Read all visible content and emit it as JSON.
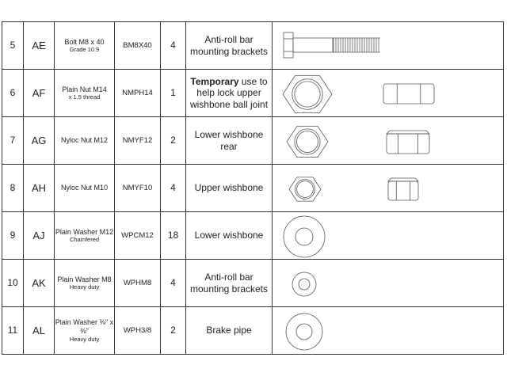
{
  "rows": [
    {
      "num": "5",
      "ref": "AE",
      "desc": "Bolt M8 x 40",
      "desc_sub": "Grade 10.9",
      "code": "BM8X40",
      "qty": "4",
      "use_bold": "",
      "use": "Anti-roll bar mounting brackets",
      "image": "bolt"
    },
    {
      "num": "6",
      "ref": "AF",
      "desc": "Plain Nut M14",
      "desc_sub": "x 1.5 thread",
      "code": "NMPH14",
      "qty": "1",
      "use_bold": "Temporary",
      "use": " use to help lock upper wishbone ball joint",
      "image": "plain-nut"
    },
    {
      "num": "7",
      "ref": "AG",
      "desc": "Nyloc Nut M12",
      "desc_sub": "",
      "code": "NMYF12",
      "qty": "2",
      "use_bold": "",
      "use": "Lower wishbone rear",
      "image": "nyloc-nut"
    },
    {
      "num": "8",
      "ref": "AH",
      "desc": "Nyloc Nut M10",
      "desc_sub": "",
      "code": "NMYF10",
      "qty": "4",
      "use_bold": "",
      "use": "Upper wishbone",
      "image": "nyloc-nut-small"
    },
    {
      "num": "9",
      "ref": "AJ",
      "desc": "Plain Washer M12",
      "desc_sub": "Chamfered",
      "code": "WPCM12",
      "qty": "18",
      "use_bold": "",
      "use": "Lower wishbone",
      "image": "washer-large"
    },
    {
      "num": "10",
      "ref": "AK",
      "desc": "Plain Washer M8",
      "desc_sub": "Heavy duty",
      "code": "WPHM8",
      "qty": "4",
      "use_bold": "",
      "use": "Anti-roll bar mounting brackets",
      "image": "washer-small"
    },
    {
      "num": "11",
      "ref": "AL",
      "desc": "Plain Washer ⅜\" x ⅜\"",
      "desc_sub": "Heavy duty",
      "code": "WPH3/8",
      "qty": "2",
      "use_bold": "",
      "use": "Brake pipe",
      "image": "washer-medium"
    }
  ]
}
